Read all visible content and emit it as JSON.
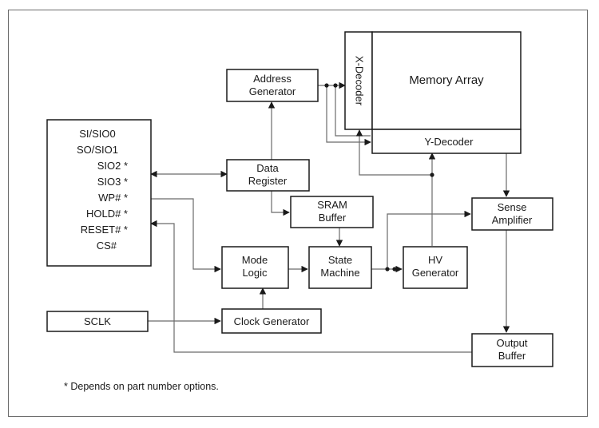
{
  "pins": [
    "SI/SIO0",
    "SO/SIO1",
    "SIO2 *",
    "SIO3 *",
    "WP# *",
    "HOLD# *",
    "RESET# *",
    "CS#"
  ],
  "blocks": {
    "address_generator": [
      "Address",
      "Generator"
    ],
    "x_decoder": "X-Decoder",
    "memory_array": "Memory Array",
    "y_decoder": "Y-Decoder",
    "data_register": [
      "Data",
      "Register"
    ],
    "sram_buffer": [
      "SRAM",
      "Buffer"
    ],
    "sense_amplifier": [
      "Sense",
      "Amplifier"
    ],
    "mode_logic": [
      "Mode",
      "Logic"
    ],
    "state_machine": [
      "State",
      "Machine"
    ],
    "hv_generator": [
      "HV",
      "Generator"
    ],
    "sclk": "SCLK",
    "clock_generator": "Clock Generator",
    "output_buffer": [
      "Output",
      "Buffer"
    ]
  },
  "footnote": "* Depends on part number options.",
  "colors": {
    "block_stroke": "#1a1a1a",
    "wire": "#6b6b6b",
    "frame": "#6b6b6b"
  }
}
